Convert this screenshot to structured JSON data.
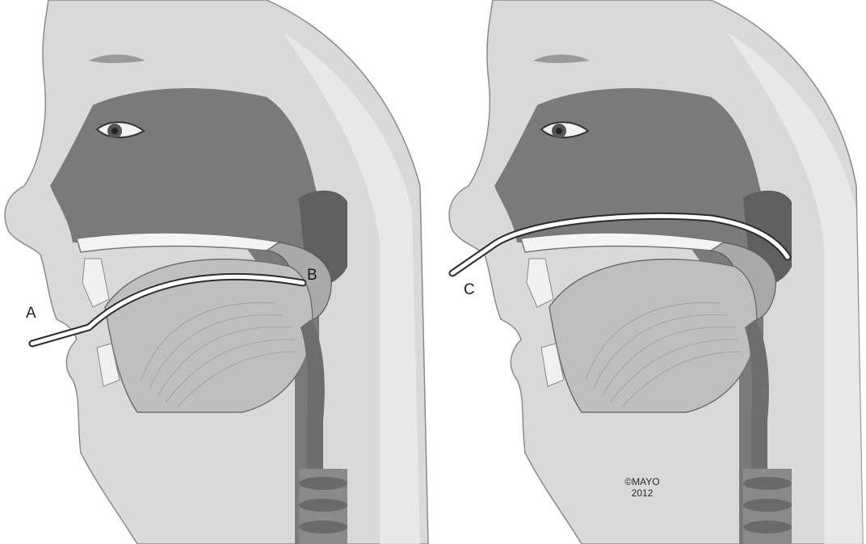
{
  "labels": {
    "a": "A",
    "b": "B",
    "c": "C"
  },
  "copyright": {
    "line1": "©MAYO",
    "line2": "2012"
  },
  "colors": {
    "skin": "#d9d9d9",
    "cavity": "#7a7a7a",
    "soft_tissue": "#a9a9a9",
    "tube": "#ffffff",
    "tube_outline": "#2b2b2b"
  }
}
